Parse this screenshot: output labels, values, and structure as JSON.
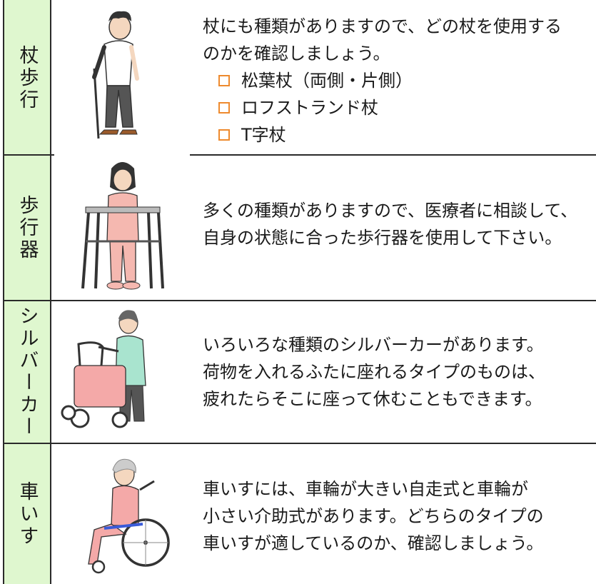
{
  "rows": [
    {
      "label": "杖歩行",
      "lines": [
        "杖にも種類がありますので、どの杖を使用する",
        "のかを確認しましょう。"
      ],
      "options": [
        "松葉杖（両側・片側）",
        "ロフストランド杖",
        "T字杖"
      ]
    },
    {
      "label": "歩行器",
      "lines": [
        "多くの種類がありますので、医療者に相談して、",
        "自身の状態に合った歩行器を使用して下さい。"
      ]
    },
    {
      "label": "シルバーカー",
      "lines": [
        "いろいろな種類のシルバーカーがあります。",
        "荷物を入れるふたに座れるタイプのものは、",
        "疲れたらそこに座って休むこともできます。"
      ]
    },
    {
      "label": "車いす",
      "lines": [
        "車いすには、車輪が大きい自走式と車輪が",
        "小さい介助式があります。どちらのタイプの",
        "車いすが適しているのか、確認しましょう。"
      ]
    }
  ],
  "colors": {
    "label_bg": "#dff7cf",
    "checkbox": "#ee8a2e",
    "border": "#2a2a2a"
  },
  "icons": [
    "crutch-walker-illustration",
    "walker-user-illustration",
    "silver-car-user-illustration",
    "wheelchair-user-illustration"
  ]
}
